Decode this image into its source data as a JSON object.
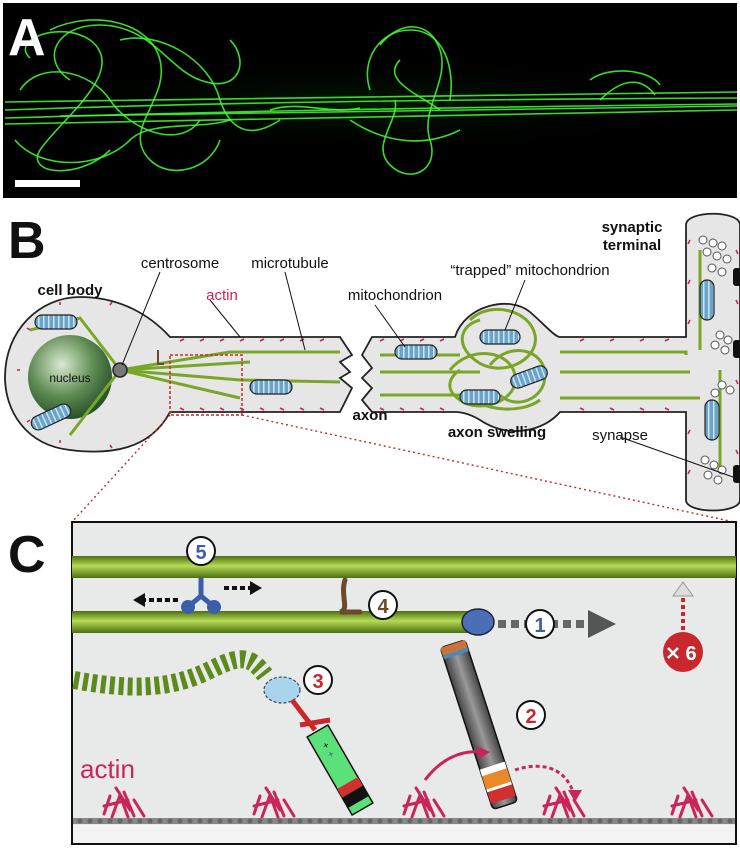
{
  "panels": {
    "a": {
      "letter": "A"
    },
    "b": {
      "letter": "B"
    },
    "c": {
      "letter": "C"
    }
  },
  "panel_b": {
    "cell_body": "cell body",
    "nucleus": "nucleus",
    "centrosome": "centrosome",
    "actin": "actin",
    "microtubule": "microtubule",
    "mitochondrion": "mitochondrion",
    "trapped_mitochondrion": "“trapped” mitochondrion",
    "axon": "axon",
    "axon_swelling": "axon swelling",
    "synaptic_terminal_1": "synaptic",
    "synaptic_terminal_2": "terminal",
    "synapse": "synapse"
  },
  "panel_c": {
    "actin": "actin",
    "markers": [
      "1",
      "2",
      "3",
      "4",
      "5",
      "6"
    ]
  },
  "colors": {
    "microtubule_green": "#7aa628",
    "fluorescence_green": "#44ff33",
    "actin_magenta": "#c8255a",
    "mito_blue": "#6aa4c8",
    "marker_blue": "#3a5fa8",
    "marker_red": "#c8282d",
    "axon_fill": "#e6e6e6"
  }
}
